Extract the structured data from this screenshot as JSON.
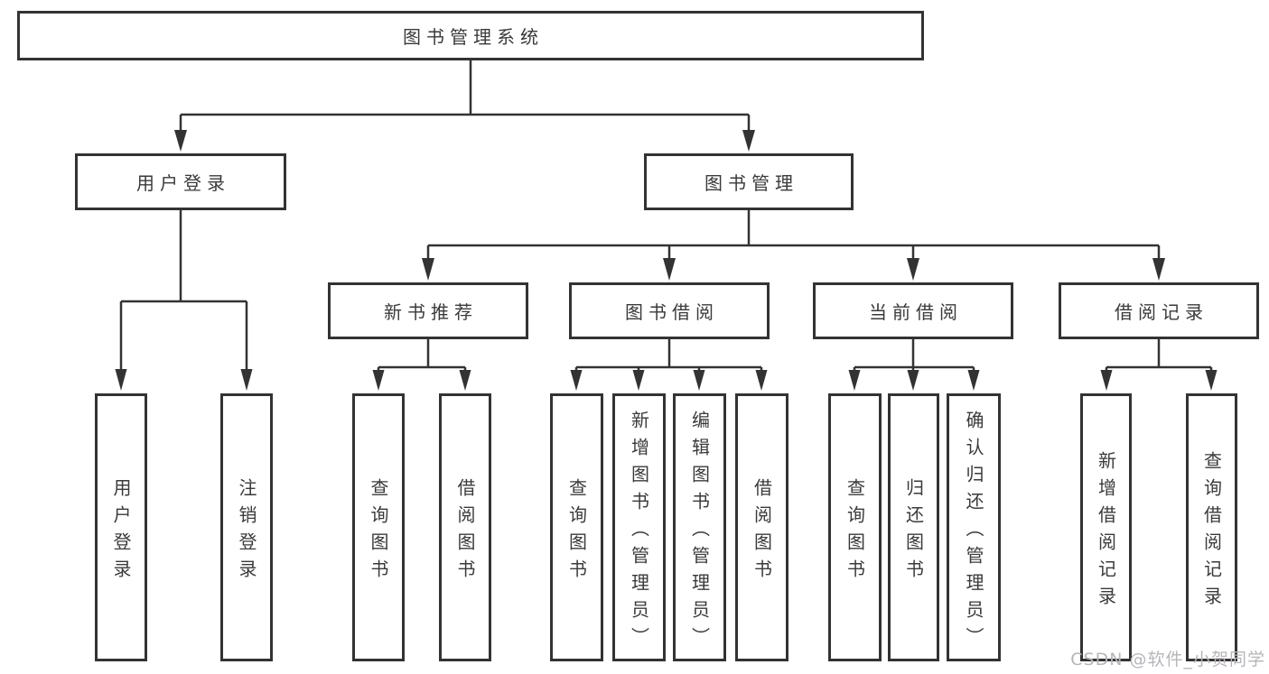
{
  "diagram": {
    "type": "hierarchy-tree",
    "root": {
      "label": "图书管理系统"
    },
    "children": [
      {
        "label": "用户登录",
        "children": [
          {
            "label": "用户登录"
          },
          {
            "label": "注销登录"
          }
        ]
      },
      {
        "label": "图书管理",
        "children": [
          {
            "label": "新书推荐",
            "children": [
              {
                "label": "查询图书"
              },
              {
                "label": "借阅图书"
              }
            ]
          },
          {
            "label": "图书借阅",
            "children": [
              {
                "label": "查询图书"
              },
              {
                "label": "新增图书（管理员）"
              },
              {
                "label": "编辑图书（管理员）"
              },
              {
                "label": "借阅图书"
              }
            ]
          },
          {
            "label": "当前借阅",
            "children": [
              {
                "label": "查询图书"
              },
              {
                "label": "归还图书"
              },
              {
                "label": "确认归还（管理员）"
              }
            ]
          },
          {
            "label": "借阅记录",
            "children": [
              {
                "label": "新增借阅记录"
              },
              {
                "label": "查询借阅记录"
              }
            ]
          }
        ]
      }
    ]
  },
  "watermark": {
    "text": "CSDN @软件_小贺同学"
  },
  "colors": {
    "line": "#333333",
    "text": "#3a3a3a",
    "background": "#ffffff",
    "watermark": "#b9b4bb"
  }
}
